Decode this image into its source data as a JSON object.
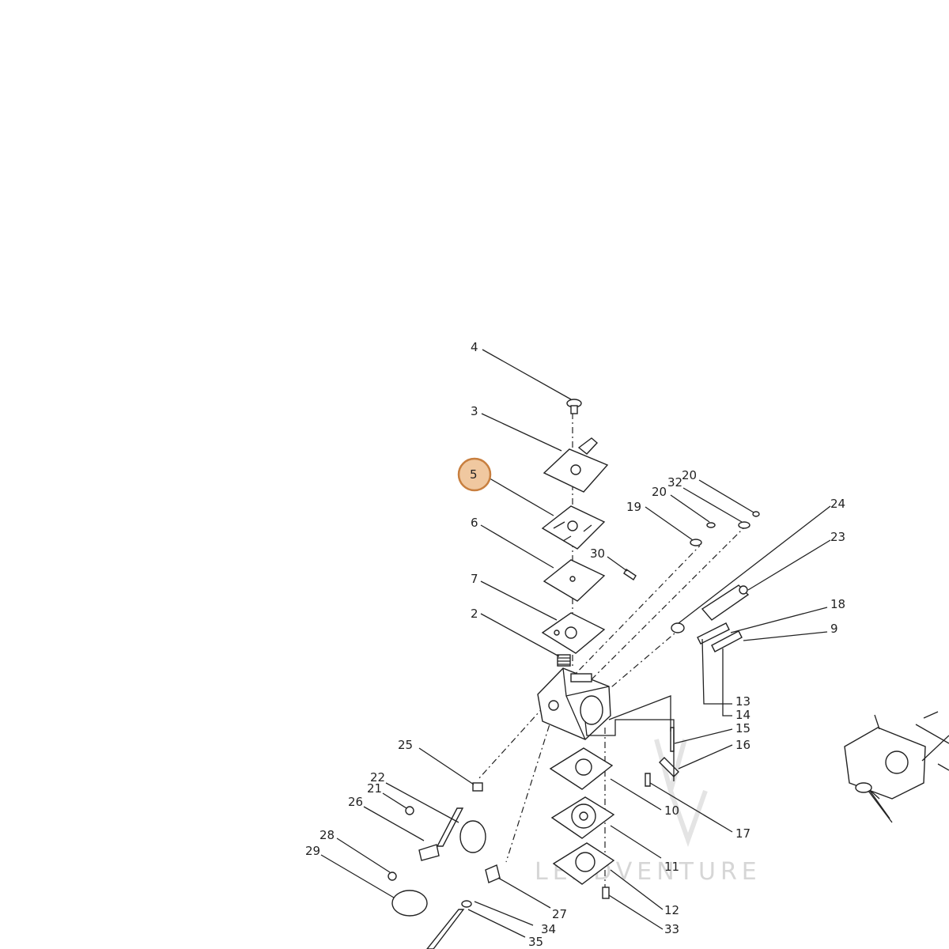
{
  "diagram": {
    "highlight_color": "#f0c8a0",
    "highlight_stroke": "#c87f3f",
    "highlighted_part": "5",
    "watermark": "LEADVENTURE",
    "labels": {
      "p2": "2",
      "p3": "3",
      "p4": "4",
      "p5": "5",
      "p6": "6",
      "p7": "7",
      "p9": "9",
      "p10": "10",
      "p11": "11",
      "p12": "12",
      "p13": "13",
      "p14": "14",
      "p15": "15",
      "p16": "16",
      "p17": "17",
      "p18": "18",
      "p19": "19",
      "p20a": "20",
      "p20b": "20",
      "p21": "21",
      "p22": "22",
      "p23": "23",
      "p24": "24",
      "p25": "25",
      "p26": "26",
      "p27": "27",
      "p28": "28",
      "p29": "29",
      "p30": "30",
      "p32": "32",
      "p33": "33",
      "p34": "34",
      "p35": "35"
    }
  }
}
